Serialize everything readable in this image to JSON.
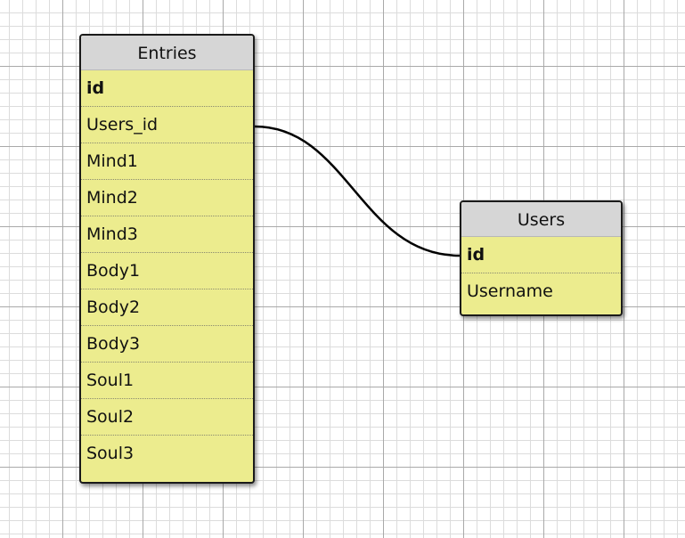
{
  "tables": {
    "entries": {
      "name": "Entries",
      "header_color": "#d6d6d6",
      "body_color": "#ecec8e",
      "fields": [
        {
          "name": "id",
          "primary_key": true
        },
        {
          "name": "Users_id",
          "primary_key": false
        },
        {
          "name": "Mind1",
          "primary_key": false
        },
        {
          "name": "Mind2",
          "primary_key": false
        },
        {
          "name": "Mind3",
          "primary_key": false
        },
        {
          "name": "Body1",
          "primary_key": false
        },
        {
          "name": "Body2",
          "primary_key": false
        },
        {
          "name": "Body3",
          "primary_key": false
        },
        {
          "name": "Soul1",
          "primary_key": false
        },
        {
          "name": "Soul2",
          "primary_key": false
        },
        {
          "name": "Soul3",
          "primary_key": false
        }
      ]
    },
    "users": {
      "name": "Users",
      "header_color": "#d6d6d6",
      "body_color": "#ecec8e",
      "fields": [
        {
          "name": "id",
          "primary_key": true
        },
        {
          "name": "Username",
          "primary_key": false
        }
      ]
    }
  },
  "relations": [
    {
      "from_table": "Entries",
      "from_field": "Users_id",
      "to_table": "Users",
      "to_field": "id"
    }
  ]
}
